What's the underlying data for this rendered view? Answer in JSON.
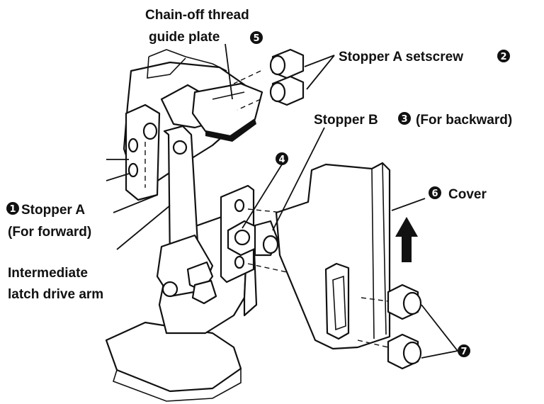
{
  "labels": {
    "chain_off_line1": "Chain-off thread",
    "chain_off_line2": "guide plate",
    "stopper_a_setscrew": "Stopper A setscrew",
    "stopper_b": "Stopper B",
    "stopper_b_note": "(For backward)",
    "cover": "Cover",
    "stopper_a": "Stopper A",
    "stopper_a_note": "(For forward)",
    "intermediate_line1": "Intermediate",
    "intermediate_line2": "latch drive arm"
  },
  "markers": {
    "m1": "1",
    "m2": "2",
    "m3": "3",
    "m4": "4",
    "m5": "5",
    "m6": "6",
    "m7": "7"
  },
  "icons": [
    "up-arrow-icon",
    "numbered-circle-icon"
  ],
  "colors": {
    "ink": "#111111",
    "paper": "#ffffff"
  }
}
